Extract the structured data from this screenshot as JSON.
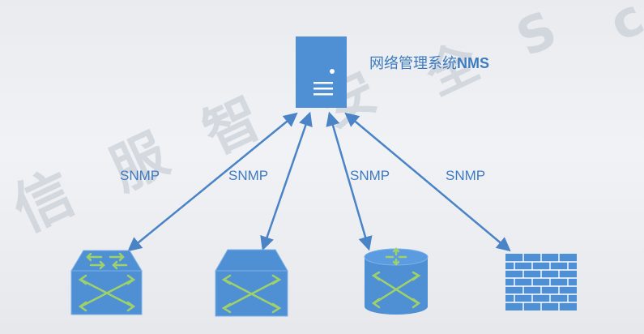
{
  "server": {
    "title_cn": "网络管理系统",
    "title_en": "NMS"
  },
  "links": [
    {
      "label": "SNMP"
    },
    {
      "label": "SNMP"
    },
    {
      "label": "SNMP"
    },
    {
      "label": "SNMP"
    }
  ],
  "watermark": [
    "信",
    "服",
    "智",
    "安",
    "全",
    "S",
    "c"
  ],
  "colors": {
    "device_blue": "#4f8fd4",
    "arrow_blue": "#4a84c6",
    "accent_green": "#9ed16a",
    "label_blue": "#3d7bc0"
  },
  "devices": [
    {
      "icon": "layer3-switch-icon"
    },
    {
      "icon": "layer2-switch-icon"
    },
    {
      "icon": "router-icon"
    },
    {
      "icon": "firewall-icon"
    }
  ]
}
